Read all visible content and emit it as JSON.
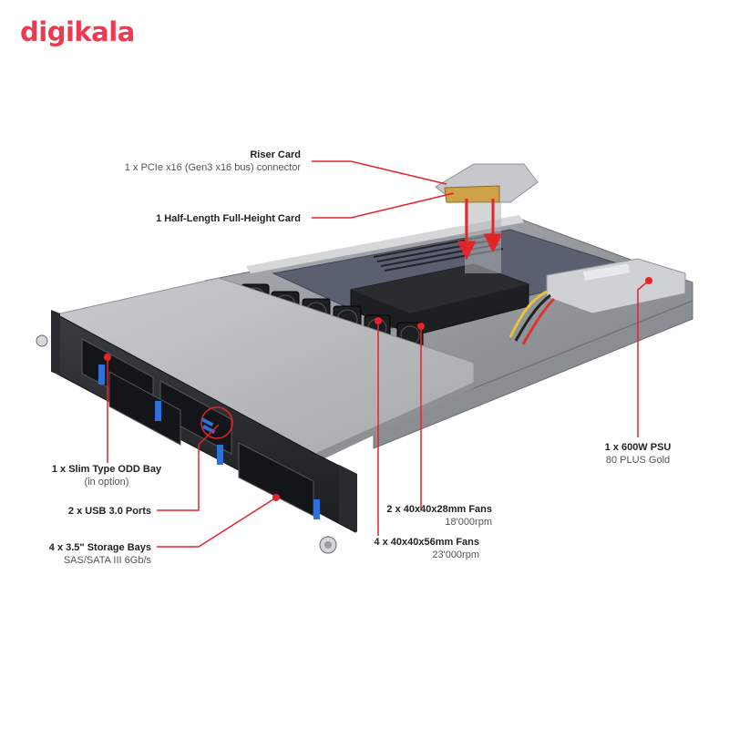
{
  "brand": {
    "logo_text": "digikala",
    "color": "#ef394e"
  },
  "colors": {
    "callout": "#e3242b",
    "chassis": "#8d9096",
    "cover": "#b9bbbf",
    "front": "#2a2b2f",
    "blue": "#2f6fd8"
  },
  "callouts": {
    "riser": {
      "title": "Riser Card",
      "sub": "1 x PCIe x16 (Gen3 x16 bus) connector"
    },
    "card": {
      "title": "1 Half-Length Full-Height Card"
    },
    "psu": {
      "title": "1 x 600W PSU",
      "sub": "80 PLUS Gold"
    },
    "odd": {
      "title": "1 x Slim Type ODD Bay",
      "sub": "(in option)"
    },
    "usb": {
      "title": "2 x USB 3.0 Ports"
    },
    "bays": {
      "title": "4 x 3.5\" Storage Bays",
      "sub": "SAS/SATA III 6Gb/s"
    },
    "fans_small": {
      "title": "2 x 40x40x28mm Fans",
      "sub": "18'000rpm"
    },
    "fans_large": {
      "title": "4 x 40x40x56mm Fans",
      "sub": "23'000rpm"
    }
  }
}
